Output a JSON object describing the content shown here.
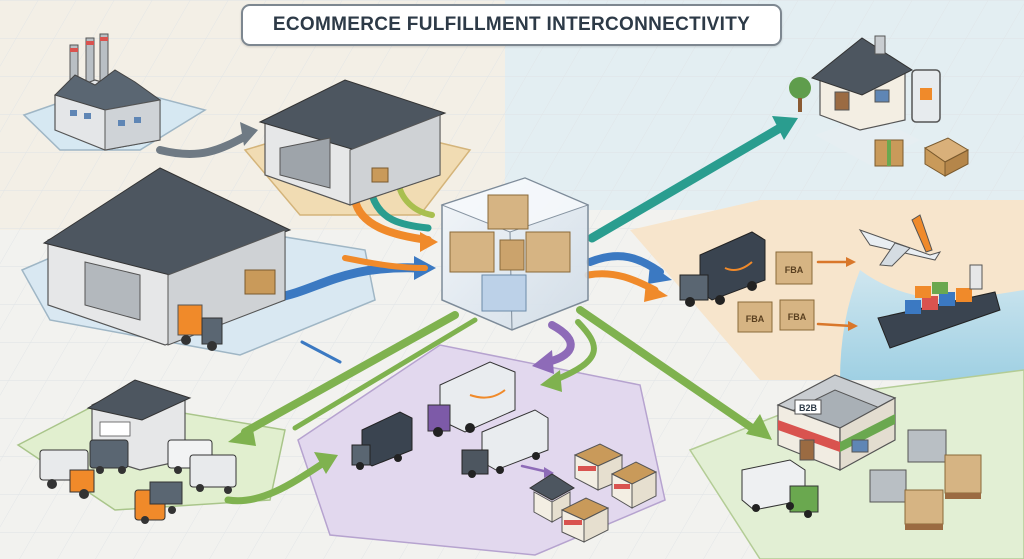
{
  "title": "ECOMMERCE FULFILLMENT INTERCONNECTIVITY",
  "labels": {
    "fba_1": "FBA",
    "fba_2": "FBA",
    "fba_3": "FBA",
    "b2b": "B2B"
  },
  "colors": {
    "arrow_gray": "#6f7a84",
    "arrow_blue": "#3b79c2",
    "arrow_orange": "#f08a2a",
    "arrow_teal": "#2a9d8f",
    "arrow_green": "#7fb24f",
    "arrow_purple": "#8e6bb8",
    "arrow_olive": "#a9bf4f",
    "zone_purple": "#e3d9ee",
    "zone_green": "#e2efd4",
    "zone_blue": "#dcebf2",
    "zone_sand": "#f7e5cc"
  }
}
